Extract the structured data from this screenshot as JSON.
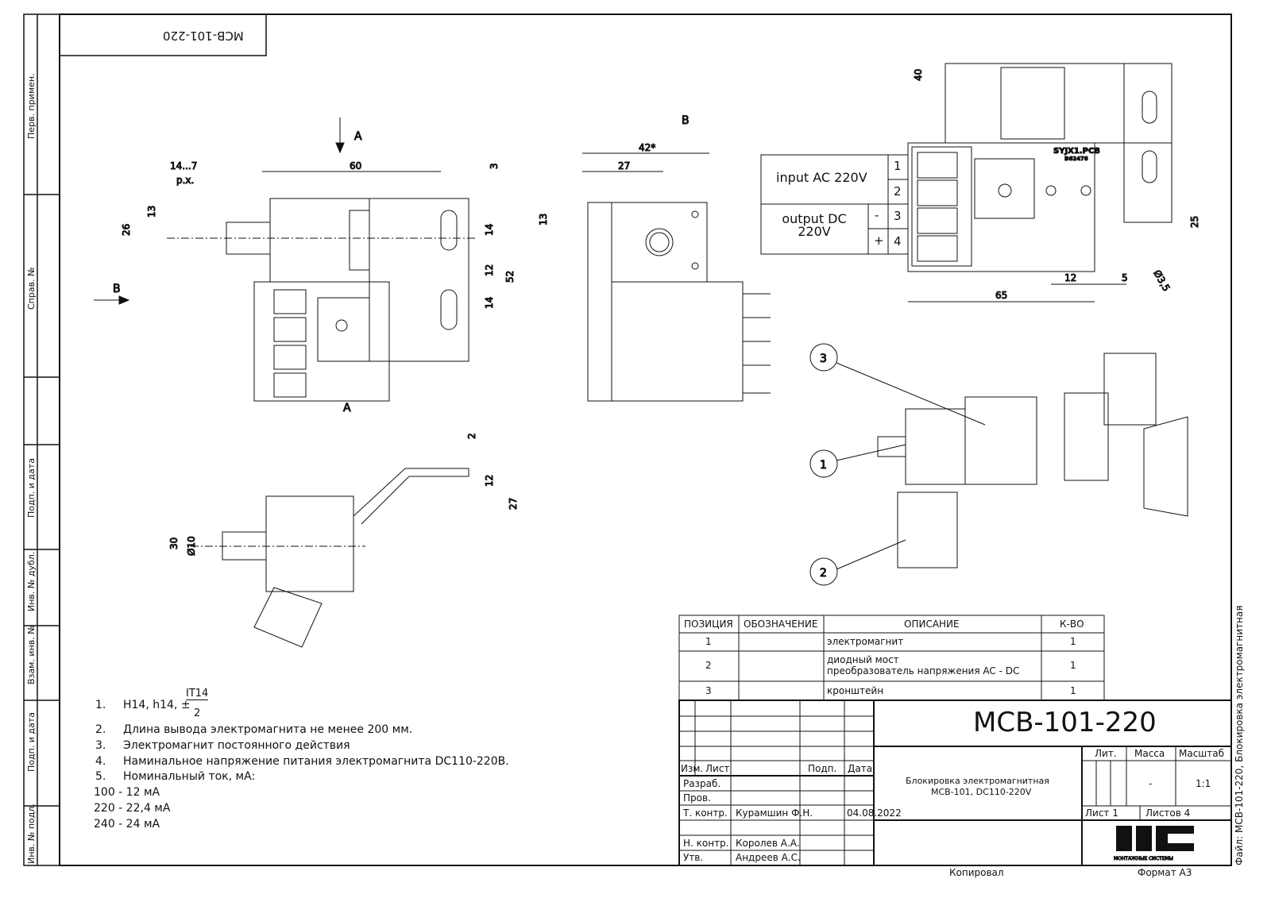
{
  "stamp_code": "MCB-101-220",
  "side_labels": [
    "Перв. примен.",
    "Справ. №",
    "Подп. и дата",
    "Инв. № дубл.",
    "Взам. инв. №",
    "Подп. и дата",
    "Инв. № подл."
  ],
  "file_label": "Файл: MCB-101-220, Блокировка электромагнитная",
  "views": {
    "a_label": "A",
    "b_label": "B",
    "view_b_title": "B",
    "a_bottom": "A"
  },
  "dimensions": {
    "d14_7": "14...7",
    "px": "р.х.",
    "d60": "60",
    "d3": "3",
    "d13": "13",
    "d26": "26",
    "d14a": "14",
    "d12": "12",
    "d14b": "14",
    "d52": "52",
    "d42": "42*",
    "d27": "27",
    "d13b": "13",
    "d2": "2",
    "d12b": "12",
    "d27b": "27",
    "d30": "30",
    "phi10": "Ø10",
    "d40": "40",
    "d25": "25",
    "d12c": "12",
    "d5": "5",
    "d65": "65",
    "phi35": "Ø3,5"
  },
  "pcb": {
    "label": "SYJX1.PCB",
    "code": "B62478"
  },
  "wiring": {
    "input": "input AC 220V",
    "output": "output DC 220V",
    "minus": "-",
    "plus": "+",
    "pins": [
      "1",
      "2",
      "3",
      "4"
    ]
  },
  "callouts": [
    "1",
    "2",
    "3"
  ],
  "notes": {
    "n1_num": "1.",
    "n1": "H14, h14, ±",
    "n1_frac_top": "IT14",
    "n1_frac_bot": "2",
    "items": [
      {
        "num": "2.",
        "text": "Длина вывода электромагнита не менее 200 мм."
      },
      {
        "num": "3.",
        "text": "Электромагнит постоянного действия"
      },
      {
        "num": "4.",
        "text": "Наминальное напряжение питания электромагнита DC110-220В."
      },
      {
        "num": "5.",
        "text": "Номинальный ток, мА:"
      }
    ],
    "currents": [
      "100 - 12 мА",
      "220 - 22,4 мА",
      "240 - 24 мА"
    ]
  },
  "parts_table": {
    "headers": [
      "ПОЗИЦИЯ",
      "ОБОЗНАЧЕНИЕ",
      "ОПИСАНИЕ",
      "К-ВО"
    ],
    "rows": [
      {
        "pos": "1",
        "designation": "",
        "description": "электромагнит",
        "qty": "1"
      },
      {
        "pos": "2",
        "designation": "",
        "description": "диодный мост",
        "description2": "преобразователь напряжения AC - DC",
        "qty": "1"
      },
      {
        "pos": "3",
        "designation": "",
        "description": "кронштейн",
        "qty": "1"
      }
    ]
  },
  "title_block": {
    "code": "MCB-101-220",
    "name1": "Блокировка электромагнитная",
    "name2": "MCB-101, DC110-220V",
    "lit": "Лит.",
    "mass": "Масса",
    "scale": "Масштаб",
    "mass_val": "-",
    "scale_val": "1:1",
    "sheet": "Лист 1",
    "sheets": "Листов 4",
    "izm": "Изм.",
    "list": "Лист",
    "podp": "Подп.",
    "data": "Дата",
    "razrab": "Разраб.",
    "prov": "Пров.",
    "tkontr": "Т. контр.",
    "tkontr_name": "Курамшин Ф.Н.",
    "tkontr_date": "04.08.2022",
    "nkontr": "Н. контр.",
    "nkontr_name": "Королев А.А.",
    "utv": "Утв.",
    "utv_name": "Андреев А.С.",
    "company": "МОНТАЖНЫЕ СИСТЕМЫ",
    "logo": "mc"
  },
  "footer": {
    "copied": "Копировал",
    "format": "Формат А3"
  }
}
